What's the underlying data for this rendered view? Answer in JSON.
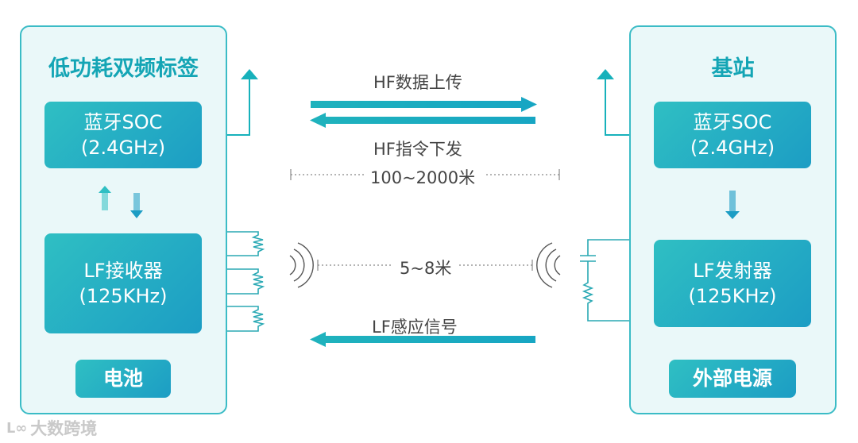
{
  "left_panel": {
    "title": "低功耗双频标签",
    "bluetooth": {
      "line1": "蓝牙SOC",
      "line2": "(2.4GHz)"
    },
    "lf": {
      "line1": "LF接收器",
      "line2": "(125KHz)"
    },
    "power": "电池"
  },
  "right_panel": {
    "title": "基站",
    "bluetooth": {
      "line1": "蓝牙SOC",
      "line2": "(2.4GHz)"
    },
    "lf": {
      "line1": "LF发射器",
      "line2": "(125KHz)"
    },
    "power": "外部电源"
  },
  "links": {
    "hf_up": "HF数据上传",
    "hf_down": "HF指令下发",
    "hf_range": "100~2000米",
    "lf_range": "5~8米",
    "lf_signal": "LF感应信号"
  },
  "colors": {
    "accent": "#14a5b5",
    "box_start": "#2fbfc3",
    "box_end": "#1c9dc4",
    "panel_bg": "#eaf8f9",
    "arrow": "#17b1bb"
  },
  "watermark": "大数跨境"
}
